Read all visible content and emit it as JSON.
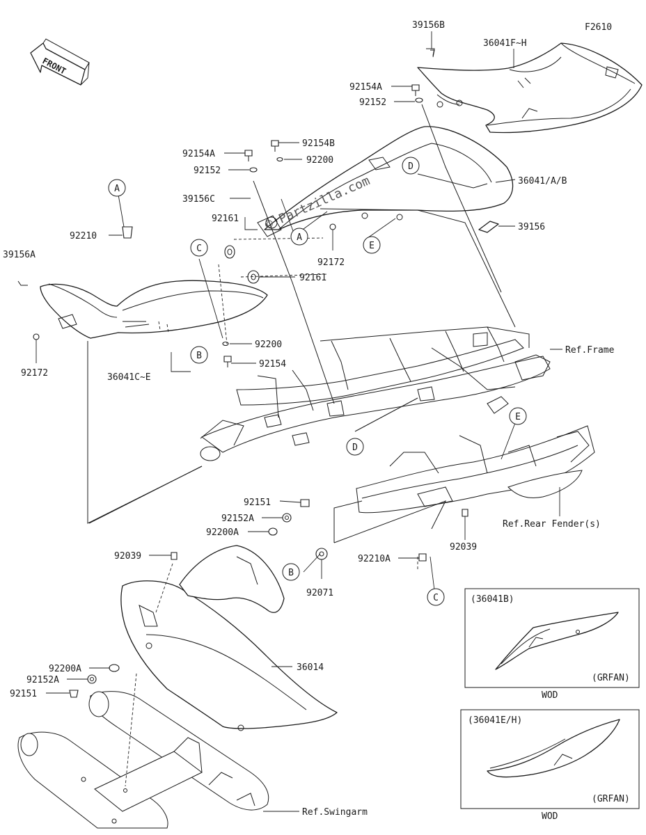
{
  "figure_id": "F2610",
  "front_label": "FRONT",
  "watermark": "© Partzilla.com",
  "part_labels": {
    "p39156B": "39156B",
    "p36041FH": "36041F~H",
    "p92154A_top": "92154A",
    "p92152_top": "92152",
    "p92154B": "92154B",
    "p92154A_mid": "92154A",
    "p92200_mid": "92200",
    "p92152_mid": "92152",
    "p36041AB": "36041/A/B",
    "p39156C": "39156C",
    "p92161_a": "92161",
    "p92210": "92210",
    "p39156": "39156",
    "p92172_mid": "92172",
    "p39156A": "39156A",
    "p92161_b": "92161",
    "p92200_low": "92200",
    "p92154": "92154",
    "p92172_left": "92172",
    "p36041CE": "36041C~E",
    "ref_frame": "Ref.Frame",
    "p92151_a": "92151",
    "p92152A_a": "92152A",
    "p92200A_a": "92200A",
    "p92039_left": "92039",
    "p92071": "92071",
    "p92210A": "92210A",
    "p92039_right": "92039",
    "ref_rear_fender": "Ref.Rear Fender(s)",
    "p36014": "36014",
    "p92200A_b": "92200A",
    "p92152A_b": "92152A",
    "p92151_b": "92151",
    "ref_swingarm": "Ref.Swingarm"
  },
  "callouts": {
    "A_top": "A",
    "A_mid": "A",
    "B_left": "B",
    "B_low": "B",
    "C_left": "C",
    "C_low": "C",
    "D_top": "D",
    "D_mid": "D",
    "E_top": "E",
    "E_low": "E"
  },
  "insets": [
    {
      "part": "(36041B)",
      "color": "(GRFAN)",
      "caption": "WOD"
    },
    {
      "part": "(36041E/H)",
      "color": "(GRFAN)",
      "caption": "WOD"
    }
  ]
}
